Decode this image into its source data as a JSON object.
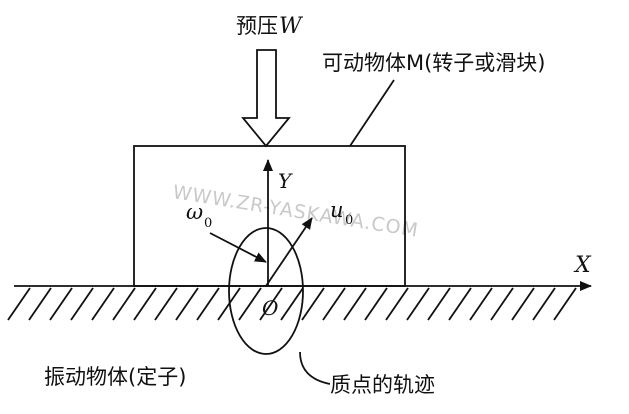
{
  "labels": {
    "preload": "预压",
    "preload_symbol": "W",
    "rotor": "可动物体M(转子或滑块)",
    "y_axis": "Y",
    "x_axis": "X",
    "origin": "O",
    "omega": "ω",
    "omega_sub": "0",
    "u": "u",
    "u_sub": "0",
    "stator": "振动物体(定子)",
    "trajectory": "质点的轨迹"
  },
  "watermark": "WWW.ZR-YASKAWA.COM"
}
